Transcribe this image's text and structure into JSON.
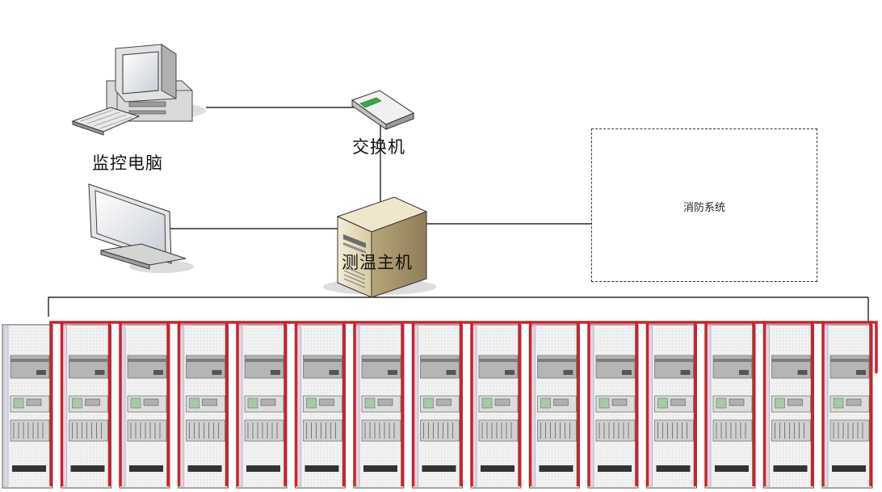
{
  "nodes": {
    "monitor_pc": {
      "label": "监控电脑",
      "icon": "desktop-computer-icon"
    },
    "switch": {
      "label": "交换机",
      "icon": "network-switch-icon"
    },
    "display": {
      "icon": "monitor-display-icon"
    },
    "host": {
      "label": "测温主机",
      "icon": "server-tower-icon"
    },
    "fire_system": {
      "label": "消防系统"
    }
  },
  "cabinets": {
    "count": 15,
    "icon": "equipment-cabinet-icon"
  },
  "colors": {
    "fiber": "#d0202a",
    "line": "#000000",
    "host_body": "#e6dcc0"
  }
}
